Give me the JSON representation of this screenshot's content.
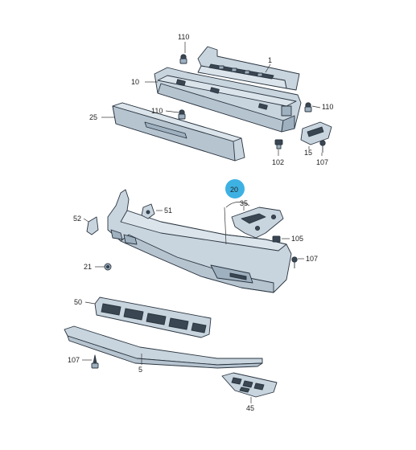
{
  "diagram": {
    "callouts": {
      "p1": "1",
      "p10": "10",
      "p25": "25",
      "p110_top": "110",
      "p110_mid": "110",
      "p110_right": "110",
      "p102": "102",
      "p15": "15",
      "p107_top": "107",
      "p20": "20",
      "p35": "35",
      "p51": "51",
      "p52": "52",
      "p105": "105",
      "p107_mid": "107",
      "p21": "21",
      "p50": "50",
      "p107_low": "107",
      "p5": "5",
      "p45": "45"
    },
    "highlight_color": "#29a8e0"
  }
}
